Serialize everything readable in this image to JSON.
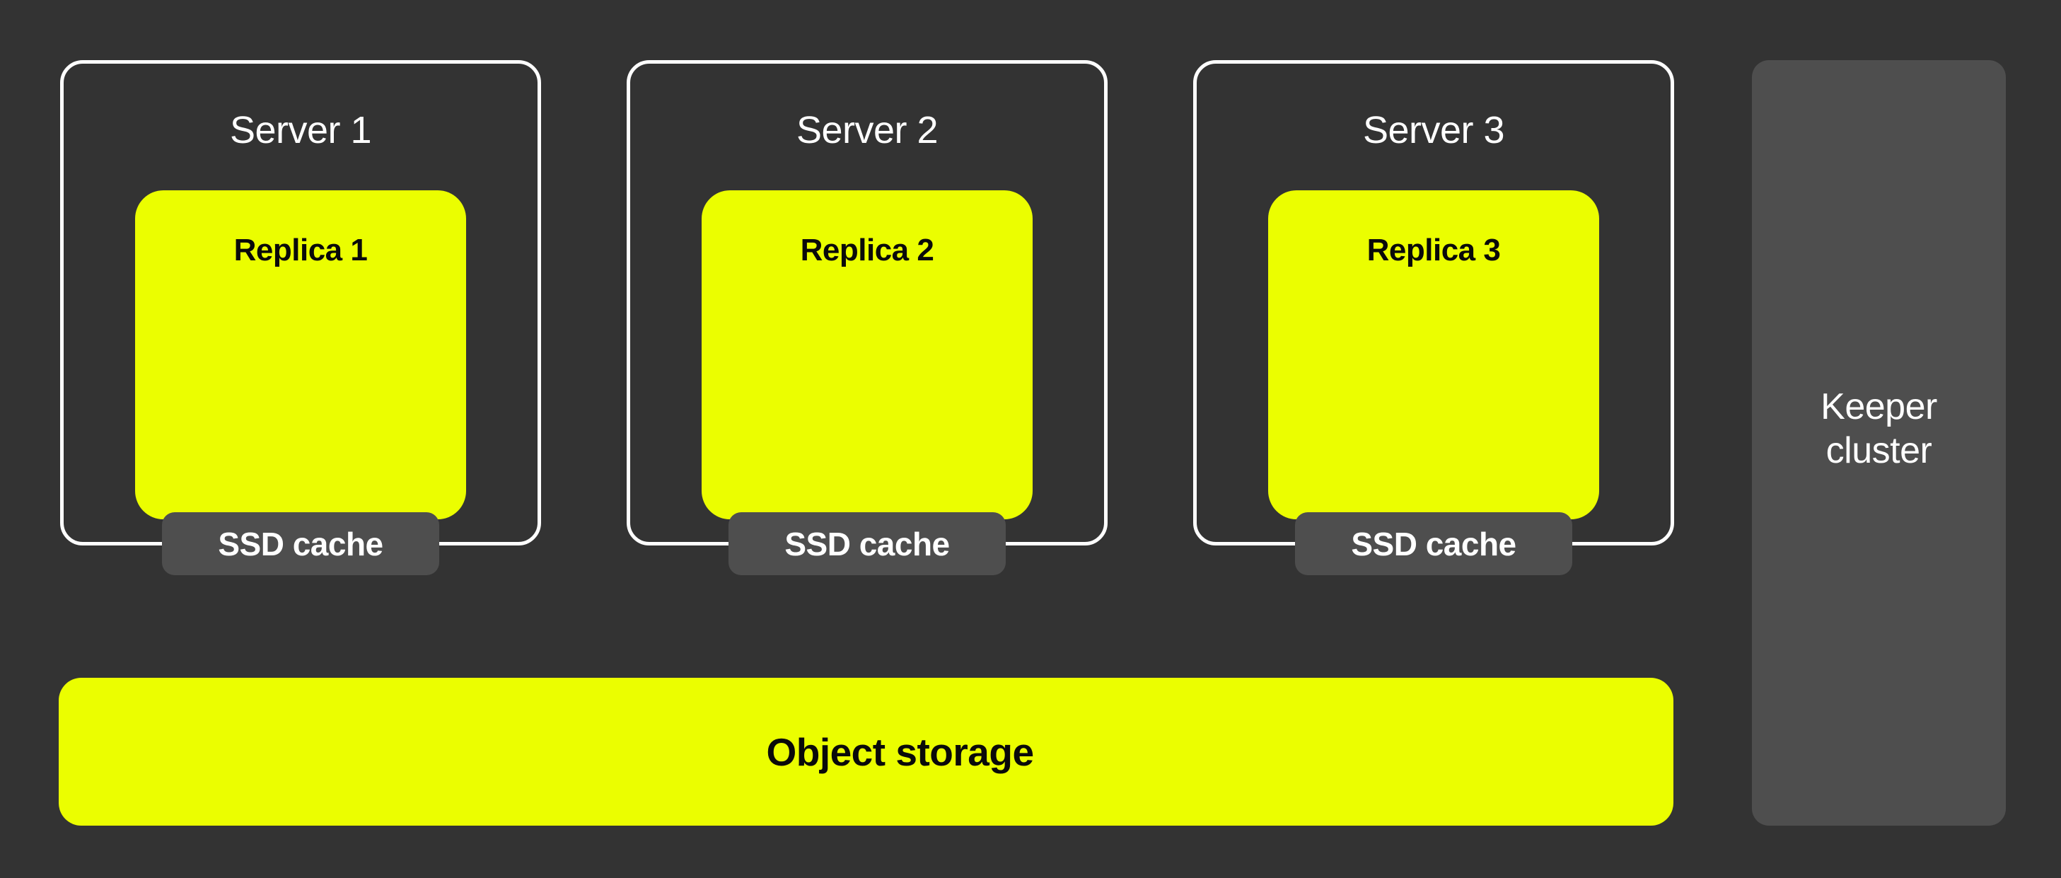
{
  "colors": {
    "background": "#333333",
    "accent_yellow": "#EBFE00",
    "panel_gray": "#4E4E4E",
    "border_white": "#FFFFFF",
    "text_light": "#FFFFFF",
    "text_dark": "#0A0A0A"
  },
  "servers": [
    {
      "label": "Server 1",
      "replica_label": "Replica 1",
      "cache_label": "SSD cache"
    },
    {
      "label": "Server 2",
      "replica_label": "Replica 2",
      "cache_label": "SSD cache"
    },
    {
      "label": "Server 3",
      "replica_label": "Replica 3",
      "cache_label": "SSD cache"
    }
  ],
  "object_storage": {
    "label": "Object storage"
  },
  "keeper_cluster": {
    "label": "Keeper cluster"
  }
}
